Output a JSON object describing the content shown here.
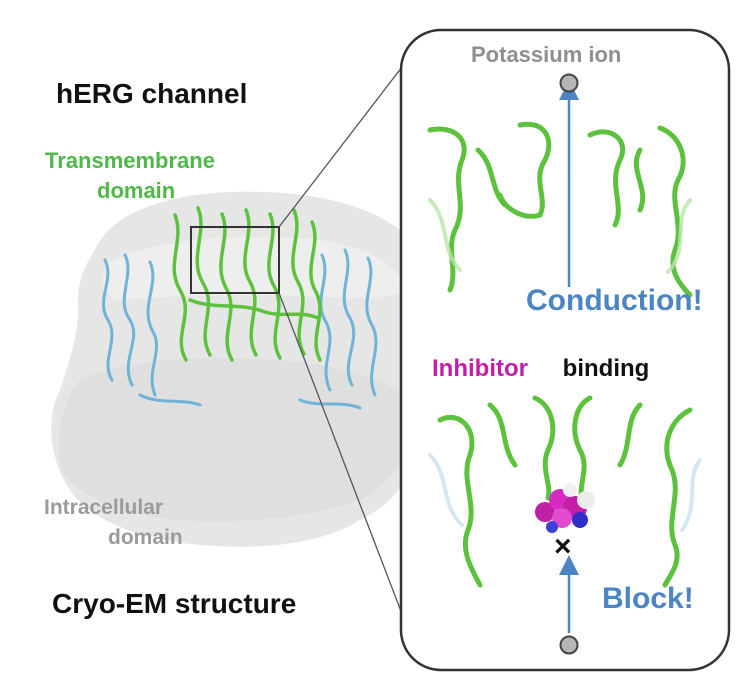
{
  "labels": {
    "title": "hERG channel",
    "transmembrane_line1": "Transmembrane",
    "transmembrane_line2": "domain",
    "intracellular_line1": "Intracellular",
    "intracellular_line2": "domain",
    "structure": "Cryo-EM structure",
    "ion": "Potassium ion",
    "conduction": "Conduction!",
    "inhibitor": "Inhibitor",
    "binding": " binding",
    "block": "Block!",
    "block_mark": "×"
  },
  "colors": {
    "helix_green": "#5cc23d",
    "helix_blue": "#6fb3d9",
    "density_gray": "#e6e6e6",
    "inhibitor_magenta": "#c21fa6",
    "arrow_blue": "#4c85c4",
    "frame": "#333333"
  },
  "icons": [
    "potassium-ion-icon",
    "block-x-icon",
    "inhibitor-molecule-icon"
  ]
}
